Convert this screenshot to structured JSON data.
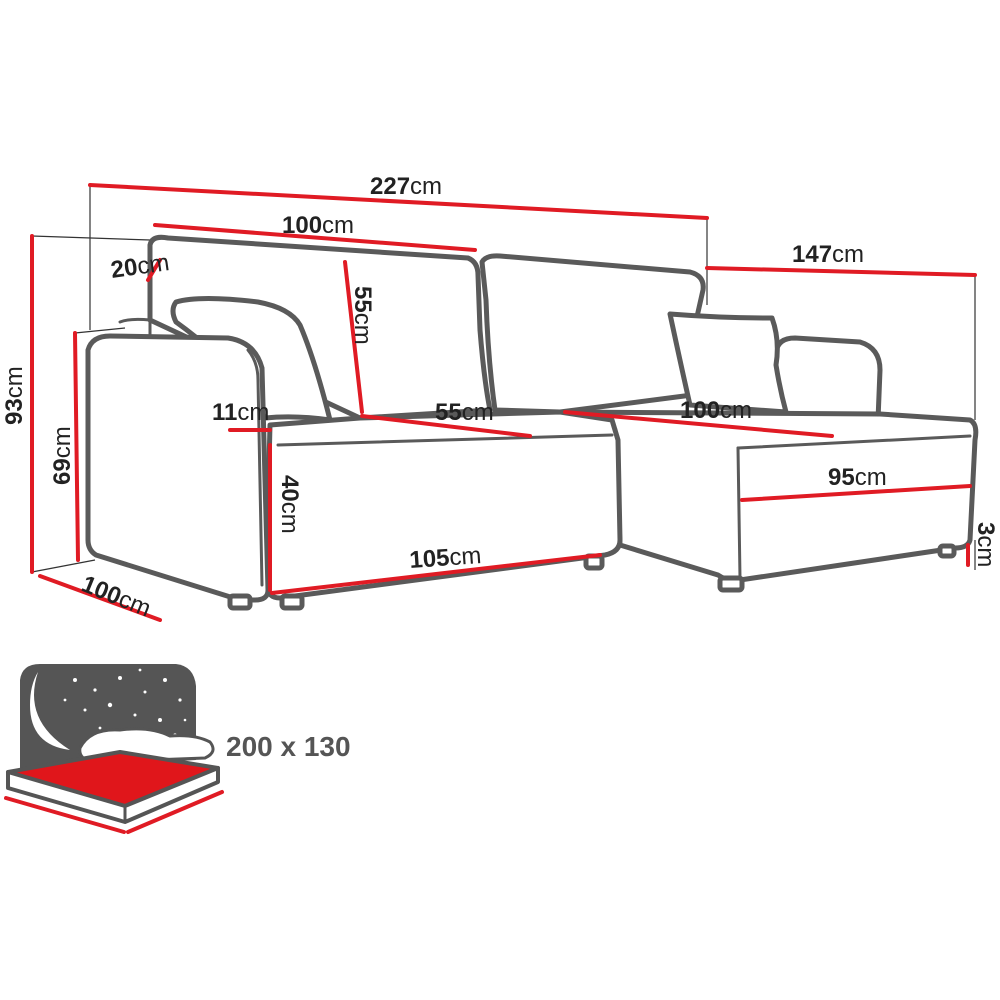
{
  "unit": "cm",
  "dimensions": {
    "total_width": "227",
    "back_width": "100",
    "armrest_top_depth": "20",
    "backrest_height": "55",
    "total_height": "93",
    "armrest_height": "69",
    "armrest_width": "11",
    "seat_depth": "55",
    "chaise_seat_depth": "100",
    "chaise_width": "147",
    "seat_height": "40",
    "chaise_front": "95",
    "seat_width": "105",
    "leg_height": "3",
    "side_depth": "100"
  },
  "bed": {
    "label": "200 x 130"
  },
  "colors": {
    "dimension_line": "#e01b24",
    "outline": "#5a5a5a",
    "bed_surface": "#e0161b",
    "night_sky": "#555555"
  }
}
